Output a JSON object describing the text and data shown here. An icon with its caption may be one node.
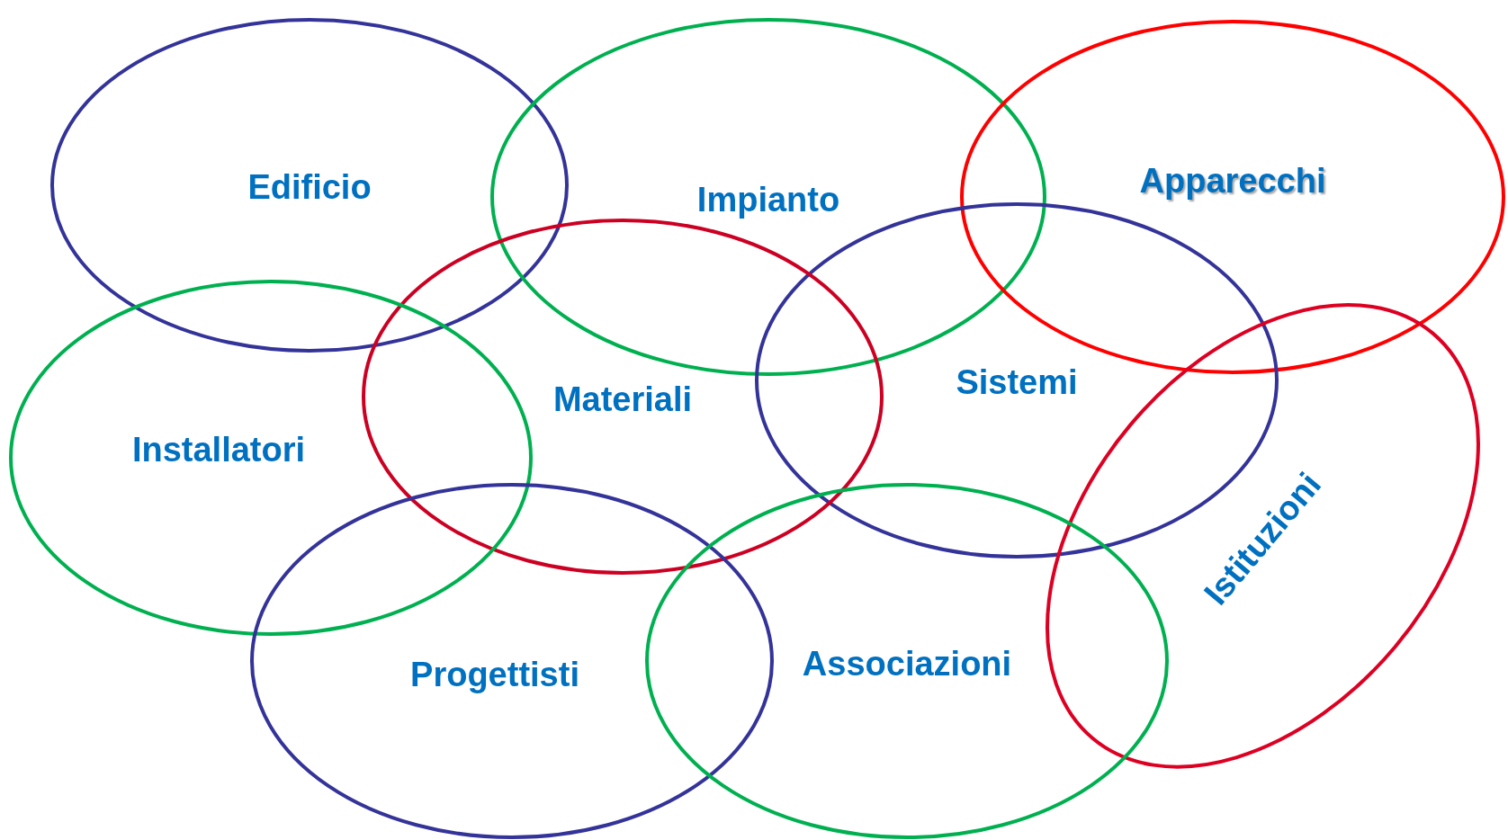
{
  "diagram": {
    "nodes": [
      {
        "text": [
          "Edificio"
        ]
      },
      {
        "text": [
          "Impianto"
        ]
      },
      {
        "text": [
          "Apparecchi"
        ]
      },
      {
        "text": [
          "Sistemi"
        ]
      },
      {
        "text": [
          "Materiali"
        ]
      },
      {
        "text": [
          "Installatori"
        ]
      },
      {
        "text": [
          "Istituzioni"
        ]
      },
      {
        "text": [
          "Progettisti"
        ]
      },
      {
        "text": [
          "Associazioni"
        ]
      }
    ]
  }
}
